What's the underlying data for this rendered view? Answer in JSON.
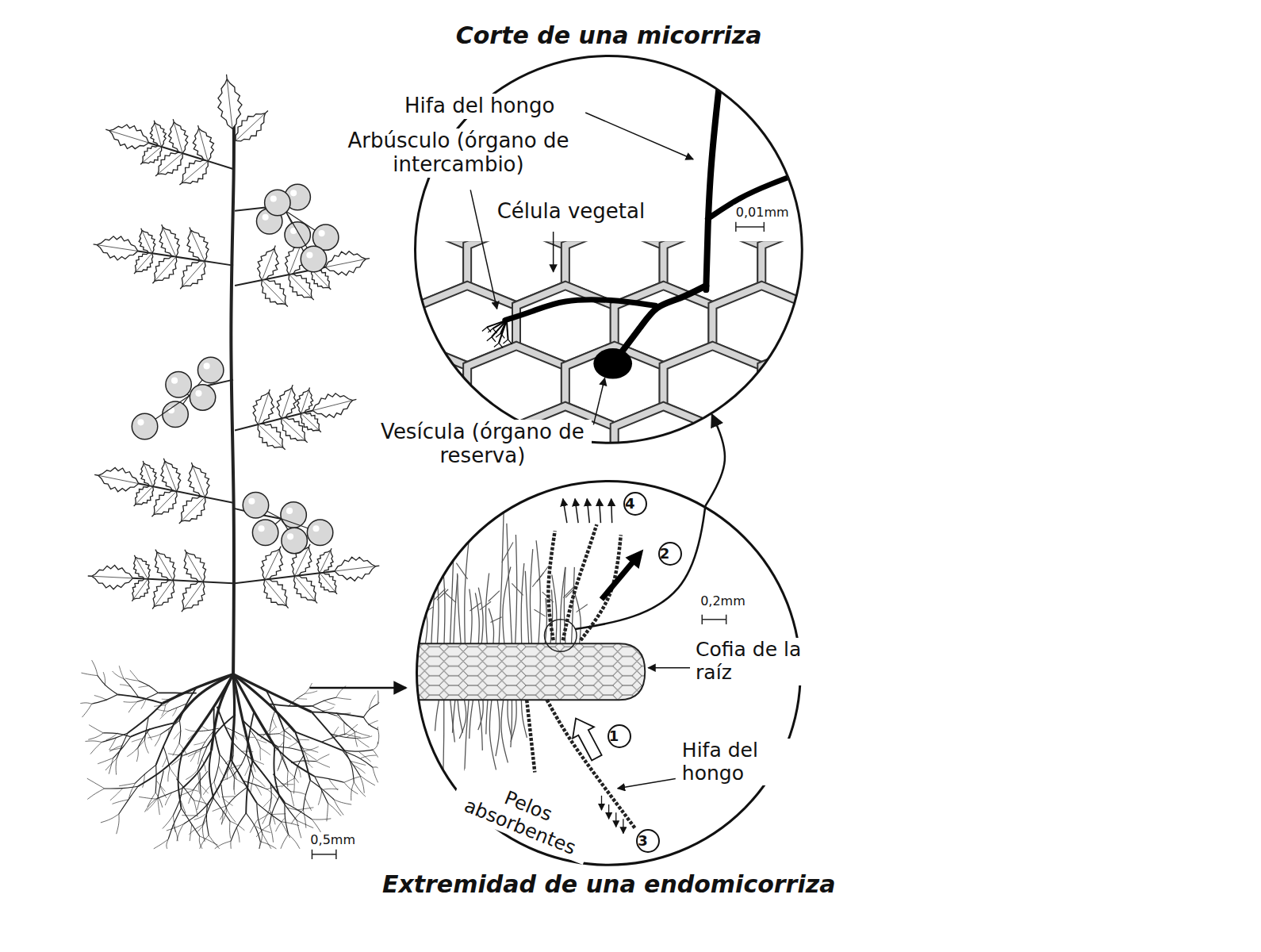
{
  "diagram": {
    "nodes": [
      {
        "text": [
          "Corte de una micorriza"
        ]
      },
      {
        "text": [
          "Extremidad de una endomicorriza"
        ]
      }
    ],
    "edges": [
      {
        "from": 1,
        "to": 0,
        "arrow": "to"
      }
    ],
    "labels": [
      "Hifa del hongo",
      "Arbúsculo (órgano de intercambio)",
      "Célula vegetal",
      "0,01mm",
      "Vesícula (órgano de reserva)",
      "4",
      "2",
      "0,2mm",
      "Cofia de la raíz",
      "1",
      "Hifa del hongo",
      "Pelos absorbentes",
      "3",
      "0,5mm"
    ]
  }
}
